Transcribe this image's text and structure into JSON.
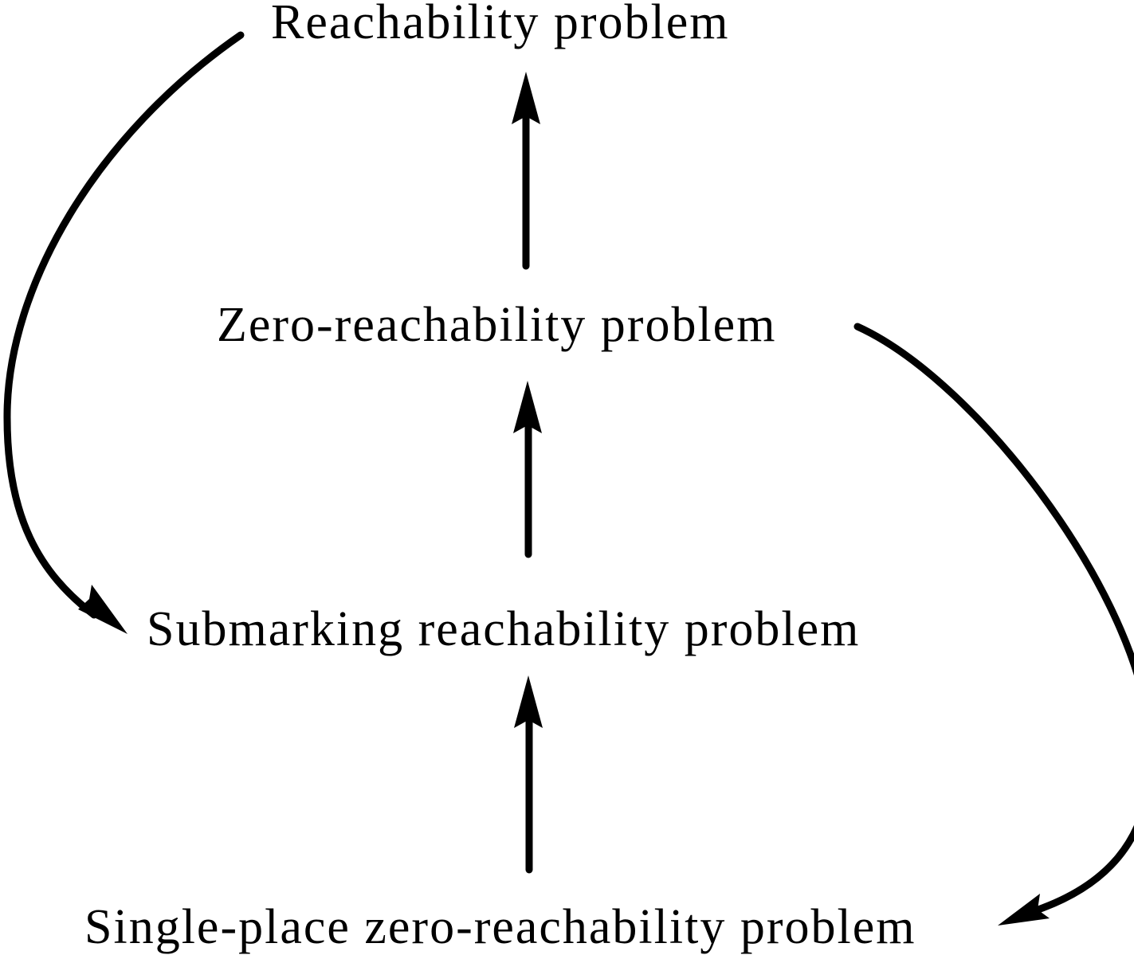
{
  "nodes": {
    "reachability": "Reachability problem",
    "zero_reachability": "Zero-reachability problem",
    "submarking_reachability": "Submarking reachability problem",
    "single_place_zero_reachability": "Single-place zero-reachability problem"
  },
  "edges": [
    {
      "from": "zero_reachability",
      "to": "reachability"
    },
    {
      "from": "submarking_reachability",
      "to": "zero_reachability"
    },
    {
      "from": "single_place_zero_reachability",
      "to": "submarking_reachability"
    },
    {
      "from": "reachability",
      "to": "submarking_reachability"
    },
    {
      "from": "zero_reachability",
      "to": "single_place_zero_reachability"
    }
  ],
  "colors": {
    "ink": "#000000",
    "background": "#ffffff"
  }
}
